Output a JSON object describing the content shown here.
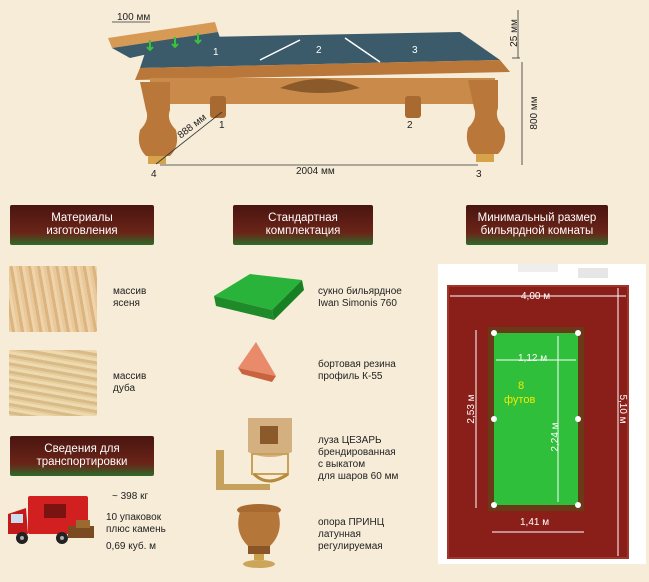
{
  "table": {
    "dim_top_width": "100 мм",
    "dim_cushion": "25 мм",
    "dim_height": "800 мм",
    "dim_depth": "888 мм",
    "dim_length": "2004 мм",
    "corner_labels": [
      "1",
      "2",
      "3",
      "4"
    ],
    "zone_labels": [
      "1",
      "2",
      "3"
    ],
    "leg_labels": [
      "1",
      "2",
      "3"
    ]
  },
  "sections": {
    "materials_title": "Материалы\nизготовления",
    "kit_title": "Стандартная\nкомплектация",
    "room_title": "Минимальный размер\nбильярдной комнаты",
    "transport_title": "Сведения для\nтранспортировки"
  },
  "materials": [
    {
      "label": "массив\nясеня"
    },
    {
      "label": "массив\nдуба"
    }
  ],
  "kit": [
    {
      "label": "сукно бильярдное\nIwan Simonis 760"
    },
    {
      "label": "бортовая резина\nпрофиль К-55"
    },
    {
      "label": "луза ЦЕЗАРЬ\nбрендированная\nс выкатом\nдля шаров 60 мм"
    },
    {
      "label": "опора ПРИНЦ\nлатунная\nрегулируемая"
    }
  ],
  "transport": {
    "weight": "~ 398 кг",
    "packages": "10 упаковок\nплюс камень",
    "volume": "0,69 куб. м"
  },
  "room": {
    "room_width": "4,00 м",
    "room_length": "5,10 м",
    "table_width": "1,12 м",
    "table_length": "2,24 м",
    "side_clearance": "2,53 м",
    "bottom_width": "1,41 м",
    "table_size_number": "8",
    "table_size_unit": "футов"
  },
  "colors": {
    "banner_dark": "#5a1a12",
    "banner_green": "#2e6b2a",
    "cloth": "#2fbf3a",
    "carpet": "#8a1f1a",
    "wood": "#c98a4a",
    "felt": "#3b5a6a"
  }
}
